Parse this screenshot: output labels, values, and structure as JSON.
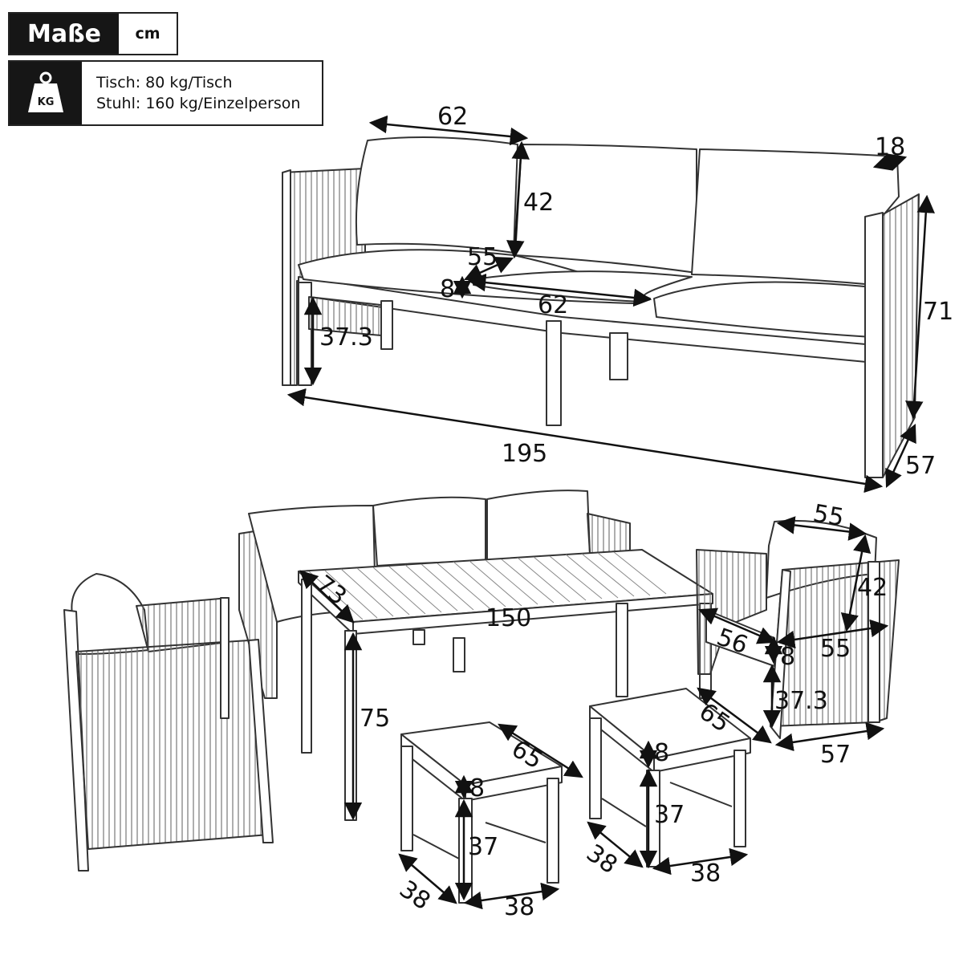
{
  "header": {
    "title": "Maße",
    "unit": "cm",
    "load_icon": "weight-kg-icon",
    "load_icon_text": "KG",
    "load_lines": [
      "Tisch: 80 kg/Tisch",
      "Stuhl: 160 kg/Einzelperson"
    ]
  },
  "sofa": {
    "back_cushion_width": "62",
    "back_height": "42",
    "back_thickness": "18",
    "seat_depth": "55",
    "seat_thickness": "8",
    "seat_width": "62",
    "seat_height": "37.3",
    "total_height": "71",
    "total_width": "195",
    "total_depth": "57"
  },
  "table": {
    "depth": "73",
    "width": "150",
    "height": "75"
  },
  "armchair": {
    "back_width": "55",
    "back_height": "42",
    "arm_depth": "56",
    "seat_thickness": "8",
    "seat_depth": "55",
    "seat_height": "37.3",
    "diagonal": "65",
    "width": "57"
  },
  "stool_left": {
    "diagonal": "65",
    "cushion": "8",
    "height": "37",
    "depth": "38",
    "width": "38"
  },
  "stool_right": {
    "cushion": "8",
    "height": "37",
    "depth": "38",
    "width": "38"
  },
  "colors": {
    "header_dark": "#161616",
    "line": "#333333"
  }
}
